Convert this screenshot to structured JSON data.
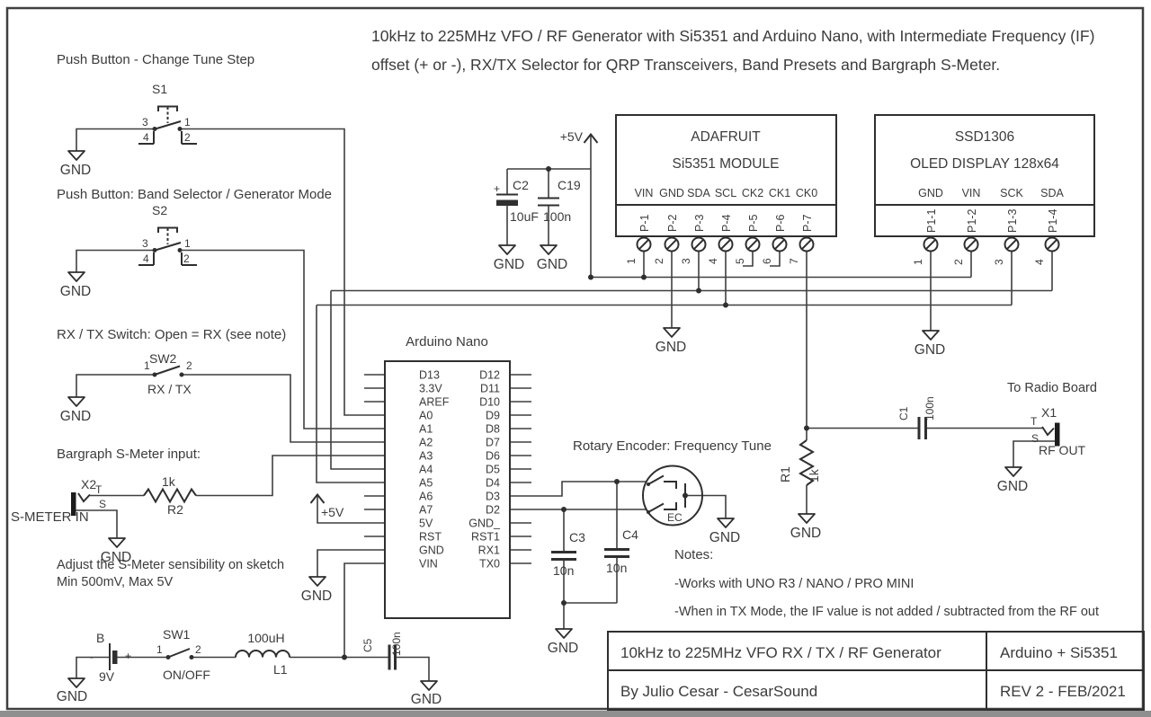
{
  "page": {
    "title_line1": "10kHz to 225MHz VFO / RF Generator with Si5351 and Arduino Nano, with Intermediate Frequency (IF)",
    "title_line2": "offset (+ or -), RX/TX Selector for QRP Transceivers, Band Presets and Bargraph S-Meter."
  },
  "power": {
    "plus5v": "+5V",
    "gnd": "GND"
  },
  "captions": {
    "s1": "Push Button - Change Tune Step",
    "s2": "Push Button: Band Selector / Generator Mode",
    "sw2": "RX / TX Switch: Open = RX (see note)",
    "smeter": "Bargraph S-Meter input:",
    "smeter_note1": "Adjust the S-Meter sensibility on sketch",
    "smeter_note2": "Min 500mV, Max 5V",
    "encoder": "Rotary Encoder: Frequency Tune",
    "radio": "To Radio Board",
    "notes_title": "Notes:",
    "note1": "-Works with  UNO R3 / NANO / PRO MINI",
    "note2": "-When in TX Mode, the IF value is not added / subtracted from the RF out"
  },
  "switches": {
    "s1": {
      "ref": "S1",
      "p1": "1",
      "p2": "2",
      "p3": "3",
      "p4": "4"
    },
    "s2": {
      "ref": "S2",
      "p1": "1",
      "p2": "2",
      "p3": "3",
      "p4": "4"
    },
    "sw2": {
      "ref": "SW2",
      "p1": "1",
      "p2": "2",
      "label": "RX / TX"
    },
    "sw1": {
      "ref": "SW1",
      "p1": "1",
      "p2": "2",
      "label": "ON/OFF"
    }
  },
  "parts": {
    "battery": {
      "ref": "B",
      "value": "9V",
      "minus": "-",
      "plus": "+"
    },
    "l1": {
      "ref": "L1",
      "value": "100uH"
    },
    "c1": {
      "ref": "C1",
      "value": "100n"
    },
    "c2": {
      "ref": "C2",
      "value": "10uF",
      "plus": "+"
    },
    "c3": {
      "ref": "C3",
      "value": "10n"
    },
    "c4": {
      "ref": "C4",
      "value": "10n"
    },
    "c5": {
      "ref": "C5",
      "value": "100n"
    },
    "c19": {
      "ref": "C19",
      "value": "100n"
    },
    "r1": {
      "ref": "R1",
      "value": "1k"
    },
    "r2": {
      "ref": "R2",
      "value": "1k"
    },
    "x1": {
      "ref": "X1",
      "tip": "T",
      "sleeve": "S",
      "label": "RF OUT"
    },
    "x2": {
      "ref": "X2",
      "tip": "T",
      "sleeve": "S",
      "label": "S-METER IN"
    },
    "encoder": {
      "ref": "EC"
    }
  },
  "arduino": {
    "title": "Arduino Nano",
    "left_pins": [
      "D13",
      "3.3V",
      "AREF",
      "A0",
      "A1",
      "A2",
      "A3",
      "A4",
      "A5",
      "A6",
      "A7",
      "5V",
      "RST",
      "GND",
      "VIN"
    ],
    "right_pins": [
      "D12",
      "D11",
      "D10",
      "D9",
      "D8",
      "D7",
      "D6",
      "D5",
      "D4",
      "D3",
      "D2",
      "GND_",
      "RST1",
      "RX1",
      "TX0"
    ]
  },
  "si5351": {
    "line1": "ADAFRUIT",
    "line2": "Si5351 MODULE",
    "pins": [
      "VIN",
      "GND",
      "SDA",
      "SCL",
      "CK2",
      "CK1",
      "CK0"
    ],
    "terminals": [
      "P-1",
      "P-2",
      "P-3",
      "P-4",
      "P-5",
      "P-6",
      "P-7"
    ],
    "numbers": [
      "1",
      "2",
      "3",
      "4",
      "5",
      "6",
      "7"
    ]
  },
  "oled": {
    "line1": "SSD1306",
    "line2": "OLED DISPLAY 128x64",
    "pins": [
      "GND",
      "VIN",
      "SCK",
      "SDA"
    ],
    "terminals": [
      "P1-1",
      "P1-2",
      "P1-3",
      "P1-4"
    ],
    "numbers": [
      "1",
      "2",
      "3",
      "4"
    ]
  },
  "title_block": {
    "title": "10kHz to 225MHz VFO RX / TX /  RF Generator",
    "platform": "Arduino + Si5351",
    "author": "By Julio Cesar - CesarSound",
    "revision": "REV 2 - FEB/2021"
  },
  "colors": {
    "line": "#3f3f3f",
    "symbol": "#2f2f2f",
    "text": "#3b3b3b",
    "background": "#ffffff",
    "border_strip": "#8f8f8f"
  }
}
